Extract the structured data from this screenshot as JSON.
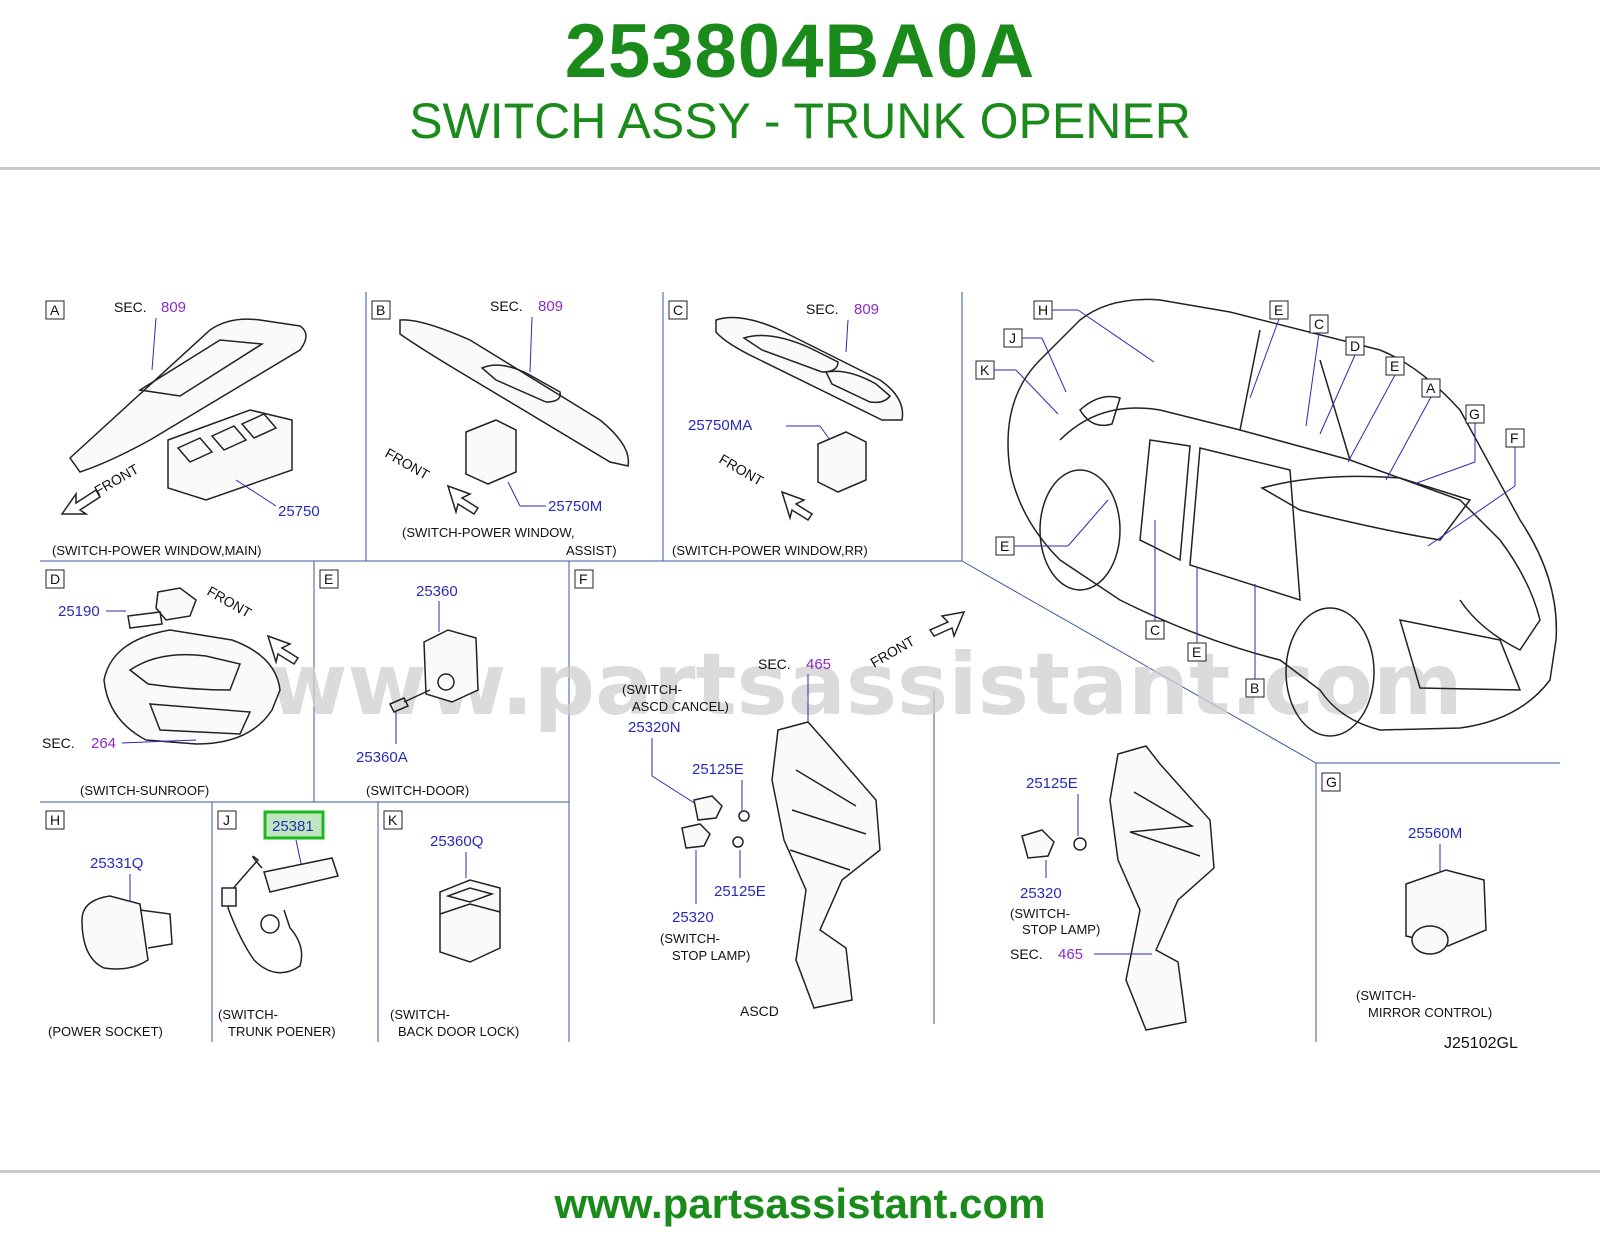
{
  "header": {
    "part_number": "253804BA0A",
    "part_title": "SWITCH ASSY - TRUNK OPENER"
  },
  "footer": {
    "url": "www.partsassistant.com"
  },
  "watermark": "www.partsassistant.com",
  "diagram": {
    "code": "J25102GL",
    "sec_label": "SEC.",
    "front_label": "FRONT",
    "panels": {
      "A": {
        "letter": "A",
        "sec": "809",
        "part": "25750",
        "caption": "(SWITCH-POWER   WINDOW,MAIN)"
      },
      "B": {
        "letter": "B",
        "sec": "809",
        "part": "25750M",
        "caption1": "(SWITCH-POWER   WINDOW,",
        "caption2": "ASSIST)"
      },
      "C": {
        "letter": "C",
        "sec": "809",
        "part": "25750MA",
        "caption": "(SWITCH-POWER   WINDOW,RR)"
      },
      "D": {
        "letter": "D",
        "part": "25190",
        "sec": "264",
        "caption": "(SWITCH-SUNROOF)"
      },
      "E": {
        "letter": "E",
        "part_top": "25360",
        "part_bottom": "25360A",
        "caption": "(SWITCH-DOOR)"
      },
      "F": {
        "letter": "F",
        "sec": "465",
        "cancel_caption1": "(SWITCH-",
        "cancel_caption2": "ASCD   CANCEL)",
        "part_cancel": "25320N",
        "part_nut_top": "25125E",
        "part_nut_bottom": "25125E",
        "part_stop": "25320",
        "stop_caption1": "(SWITCH-",
        "stop_caption2": "STOP   LAMP)",
        "ascd_label": "ASCD",
        "r_part_nut": "25125E",
        "r_part_stop": "25320",
        "r_stop_caption1": "(SWITCH-",
        "r_stop_caption2": "STOP   LAMP)",
        "r_sec": "465"
      },
      "G": {
        "letter": "G",
        "part": "25560M",
        "caption1": "(SWITCH-",
        "caption2": "MIRROR   CONTROL)"
      },
      "H": {
        "letter": "H",
        "part": "25331Q",
        "caption": "(POWER   SOCKET)"
      },
      "J": {
        "letter": "J",
        "part": "25381",
        "caption1": "(SWITCH-",
        "caption2": "TRUNK   POENER)"
      },
      "K": {
        "letter": "K",
        "part": "25360Q",
        "caption1": "(SWITCH-",
        "caption2": "BACK   DOOR   LOCK)"
      }
    },
    "vehicle_callouts": [
      "H",
      "J",
      "K",
      "E",
      "C",
      "D",
      "E",
      "A",
      "G",
      "F",
      "E",
      "C",
      "E",
      "B"
    ]
  }
}
